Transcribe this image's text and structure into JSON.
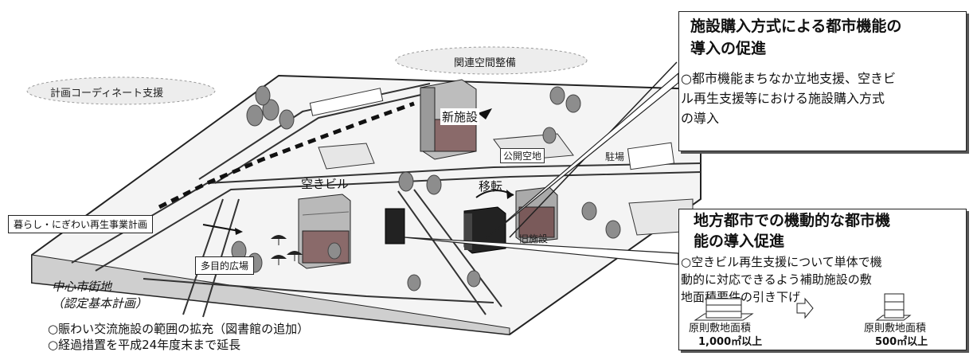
{
  "map": {
    "cloud_planning": "計画コーディネート支援",
    "cloud_related": "関連空間整備",
    "new_facility": "新施設",
    "public_space": "公開空地",
    "vacant_building": "空きビル",
    "relocation": "移転",
    "old_facility": "旧施設",
    "multipurpose_plaza": "多目的広場",
    "parking": "駐場",
    "revitalization_plan": "暮らし・にぎわい再生事業計画",
    "area_name": "中心市街地",
    "area_sub": "（認定基本計画）"
  },
  "bullets": [
    "○賑わい交流施設の範囲の拡充（図書館の追加）",
    "○経過措置を平成24年度末まで延長"
  ],
  "box1": {
    "title_line1": "施設購入方式による都市機能の",
    "title_line2": "導入の促進",
    "body_line1": "○都市機能まちなか立地支援、空きビ",
    "body_line2": "ル再生支援等における施設購入方式",
    "body_line3": "の導入"
  },
  "box2": {
    "title_line1": "地方都市での機動的な都市機",
    "title_line2": "能の導入促進",
    "body_line1": "○空きビル再生支援について単体で機",
    "body_line2": "動的に対応できるよう補助施設の敷",
    "body_line3": "地面積要件の引き下げ",
    "left_label": "原則敷地面積",
    "left_value": "1,000㎡以上",
    "right_label": "原則敷地面積",
    "right_value": "500㎡以上"
  }
}
